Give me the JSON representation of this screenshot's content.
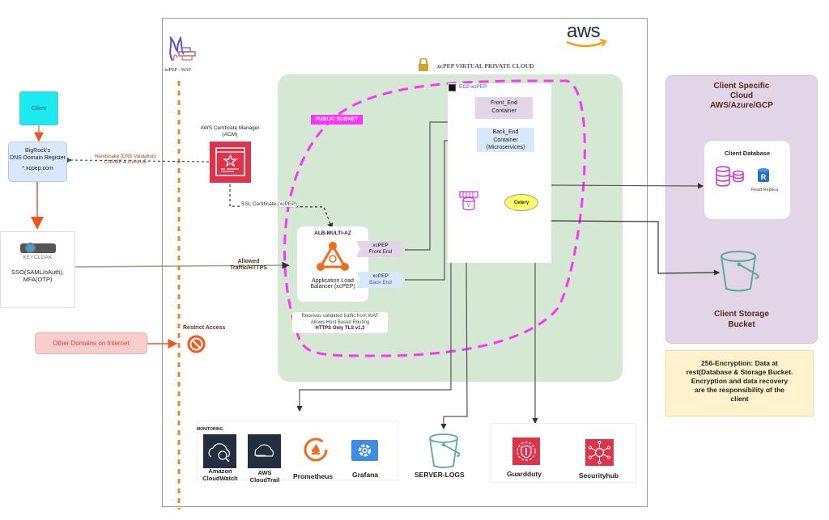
{
  "left": {
    "client": {
      "label": "Client"
    },
    "dns": {
      "line1": "BigRock's",
      "line2": "DNS Domain Register",
      "line3": "*.xcpep.com"
    },
    "keycloak": {
      "logo_text": "KEYCLOAK",
      "line1": "SSO(SAML/oAuth),",
      "line2": "MFA(OTP)"
    },
    "other_domains": {
      "label": "Other Domains on Internet"
    }
  },
  "aws": {
    "logo_text": "aws",
    "waf_label": "xcPEP - WAF",
    "acm": {
      "line1": "AWS Certificate Manager",
      "line2": "(ACM)"
    },
    "handshake": {
      "line1": "Handshake (DNS Validation)",
      "line2": "CNAME & CVALUE"
    },
    "ssl_label": "SSL Certificate (xcPEP)",
    "allowed": {
      "line1": "Allowed",
      "line2": "Traffic/HTTPS"
    },
    "restrict_label": "Restrict Access",
    "vpc_title": "xcPEP VIRTUAL PRIVATE CLOUD",
    "public_subnet": "PUBLIC SUBNET",
    "alb": {
      "title": "ALB-MULTI-AZ",
      "line1": "Application Load",
      "line2": "Balancer (xcPEP)",
      "tag_front": {
        "line1": "xcPEP",
        "line2": "Front End"
      },
      "tag_back": {
        "line1": "xcPEP",
        "line2": "Back End"
      },
      "note1": "Receives validated traffic from WAF",
      "note2": "Allows Host Based Routing",
      "note3": "HTTPS Only TLS v1.3"
    },
    "ec2": {
      "title": "EC2-xcPEP",
      "front": {
        "line1": "Front_End",
        "line2": "Container"
      },
      "back": {
        "line1": "Back_End",
        "line2": "Container",
        "line3": "(Microservices)"
      },
      "celery": "Celery"
    },
    "monitoring": {
      "title": "MONITORING",
      "items": [
        {
          "line1": "Amazon",
          "line2": "CloudWatch"
        },
        {
          "line1": "AWS",
          "line2": "CloudTrail"
        },
        {
          "line1": "Prometheus",
          "line2": ""
        },
        {
          "line1": "Grafana",
          "line2": ""
        }
      ]
    },
    "server_logs": "SERVER-LOGS",
    "security": {
      "guardduty": "Guardduty",
      "securityhub": "Securityhub"
    }
  },
  "client_cloud": {
    "line1": "Client Specific",
    "line2": "Cloud",
    "line3": "AWS/Azure/GCP",
    "db_title": "Client  Database",
    "read_replica": "Read Replica",
    "bucket": {
      "line1": "Client Storage",
      "line2": "Bucket"
    }
  },
  "encryption_note": {
    "line1": "256-Encryption: Data at",
    "line2": "rest(Database & Storage Bucket.",
    "line3": "Encryption and data recovery",
    "line4": "are the responsibility of the",
    "line5": "client"
  },
  "colors": {
    "vpc_green": "#d5e8d4",
    "subnet_magenta": "#ff33ff",
    "client_cyan": "#1de9f0",
    "dns_blue": "#dae8fc",
    "acm_red": "#dd344c",
    "alb_orange": "#f26b1d",
    "client_cloud_purple": "#e1d5e7",
    "note_yellow": "#fff2cc",
    "waf_orange": "#e08a2a"
  }
}
